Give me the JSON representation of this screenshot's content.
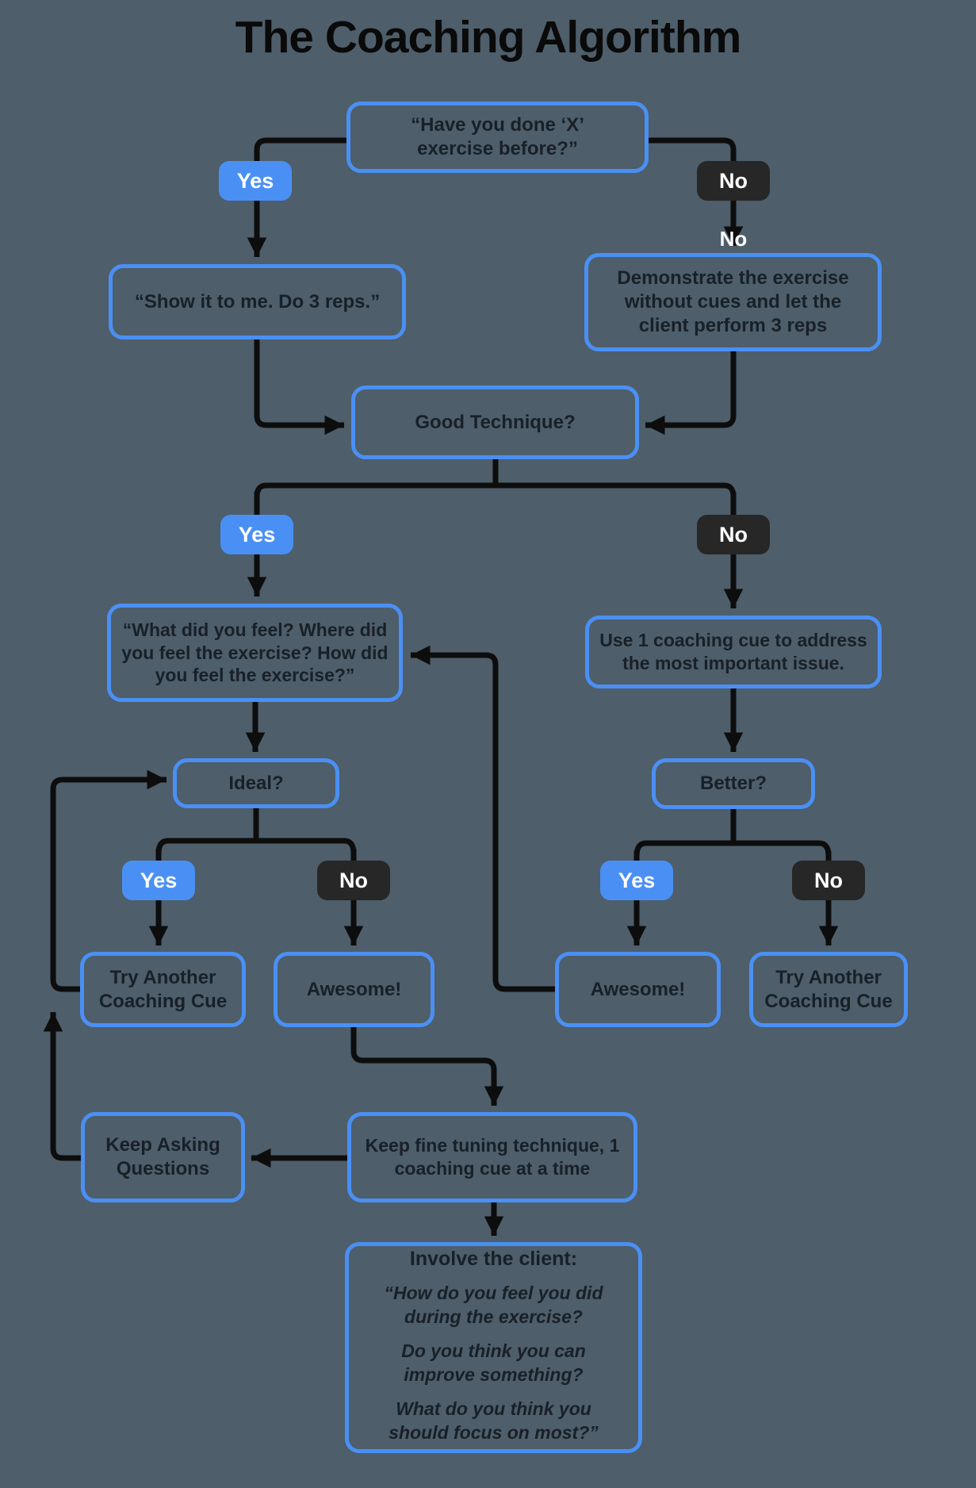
{
  "title": "The Coaching Algorithm",
  "colors": {
    "background": "#4e5e6a",
    "accent_blue": "#4a90f4",
    "badge_dark": "#272727",
    "line": "#0d0d0d",
    "box_text": "#182028",
    "badge_text": "#ffffff",
    "title_text": "#0a0a0a"
  },
  "badges": {
    "yes": "Yes",
    "no": "No"
  },
  "stray_no_label": "No",
  "nodes": {
    "question": {
      "text": "“Have you done ‘X’ exercise before?”"
    },
    "show": {
      "text": "“Show it to me. Do 3 reps.”"
    },
    "demonstrate": {
      "text": "Demonstrate the exercise without cues and let the client perform 3 reps"
    },
    "good_technique": {
      "text": "Good Technique?"
    },
    "what_feel": {
      "text": "“What did you feel? Where did you feel the exercise? How did you feel the exercise?”"
    },
    "one_cue": {
      "text": "Use 1 coaching cue to address the most important issue."
    },
    "ideal": {
      "text": "Ideal?"
    },
    "better": {
      "text": "Better?"
    },
    "try_cue_left": {
      "text": "Try Another Coaching Cue"
    },
    "awesome_left": {
      "text": "Awesome!"
    },
    "awesome_right": {
      "text": "Awesome!"
    },
    "try_cue_right": {
      "text": "Try Another Coaching Cue"
    },
    "keep_asking": {
      "text": "Keep Asking Questions"
    },
    "fine_tuning": {
      "text": "Keep fine tuning technique, 1 coaching cue at a time"
    },
    "involve": {
      "heading": "Involve the client:",
      "lines": [
        "“How do you feel you did during the exercise?",
        "Do you think you can improve something?",
        "What do you think you should focus on most?”"
      ]
    }
  }
}
